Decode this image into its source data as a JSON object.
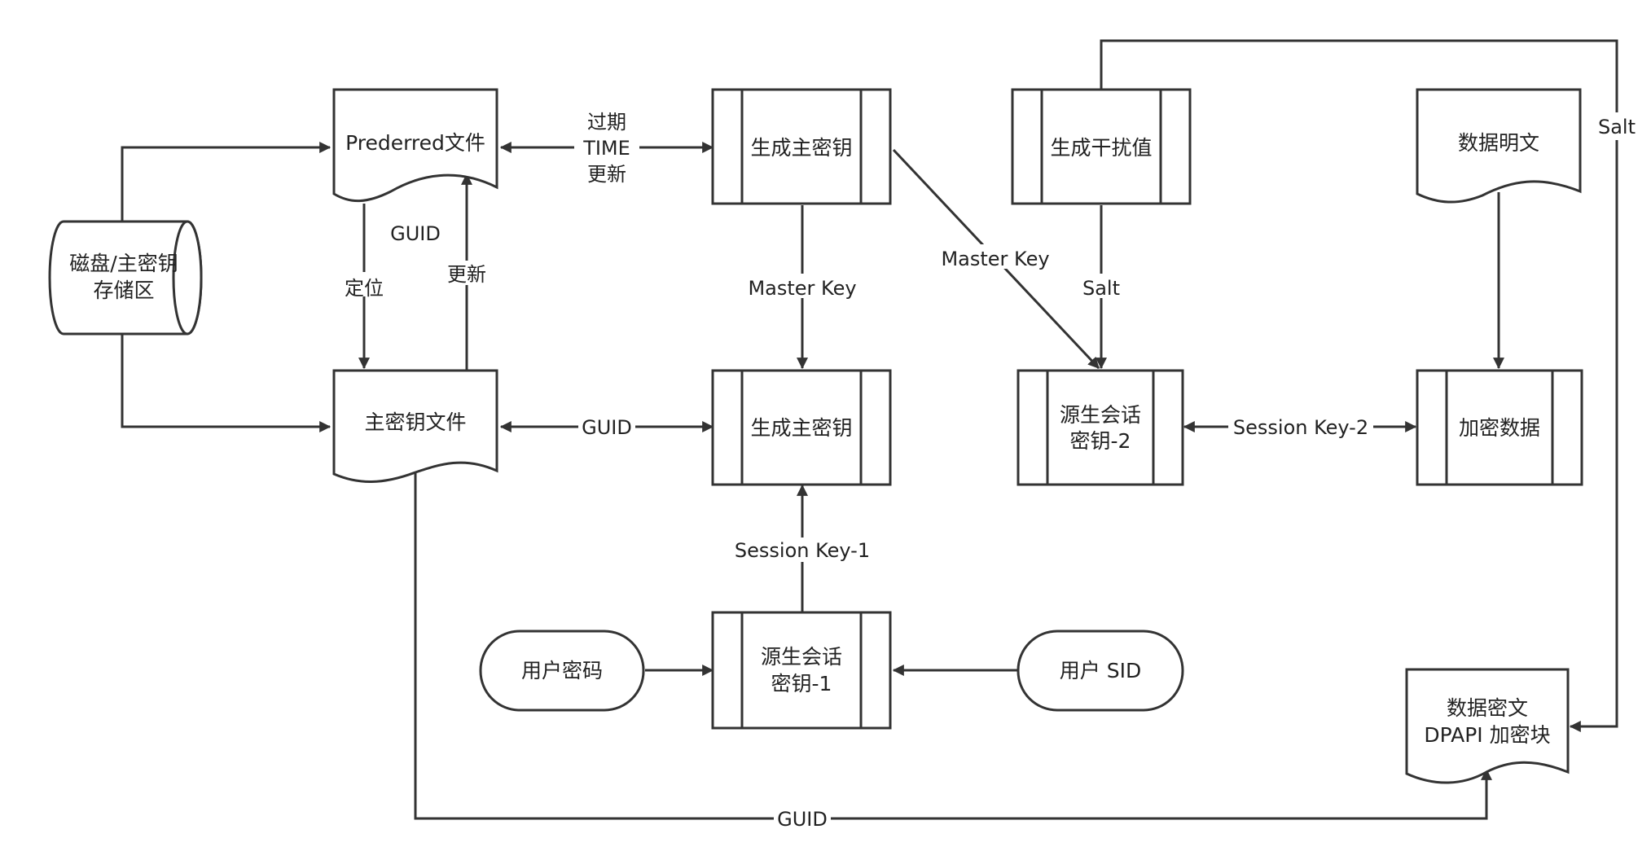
{
  "nodes": {
    "disk": {
      "line1": "磁盘/主密钥",
      "line2": "存储区"
    },
    "preferred_file": {
      "text": "Prederred文件"
    },
    "gen_master_key_top": {
      "text": "生成主密钥"
    },
    "gen_salt": {
      "text": "生成干扰值"
    },
    "plaintext": {
      "text": "数据明文"
    },
    "master_key_file": {
      "text": "主密钥文件"
    },
    "gen_master_key_mid": {
      "text": "生成主密钥"
    },
    "session_key_2": {
      "line1": "源生会话",
      "line2": "密钥-2"
    },
    "encrypt_data": {
      "text": "加密数据"
    },
    "user_password": {
      "text": "用户密码"
    },
    "session_key_1": {
      "line1": "源生会话",
      "line2": "密钥-1"
    },
    "user_sid": {
      "text": "用户 SID"
    },
    "ciphertext": {
      "line1": "数据密文",
      "line2": "DPAPI 加密块"
    }
  },
  "edges": {
    "expire": {
      "line1": "过期",
      "line2": "TIME",
      "line3": "更新"
    },
    "guid_top": "GUID",
    "locate": "定位",
    "update": "更新",
    "master_key_down": "Master Key",
    "master_key_diag": "Master Key",
    "salt_down": "Salt",
    "salt_right": "Salt",
    "guid_mid": "GUID",
    "session_key_2": "Session Key-2",
    "session_key_1": "Session Key-1",
    "guid_bottom": "GUID"
  }
}
